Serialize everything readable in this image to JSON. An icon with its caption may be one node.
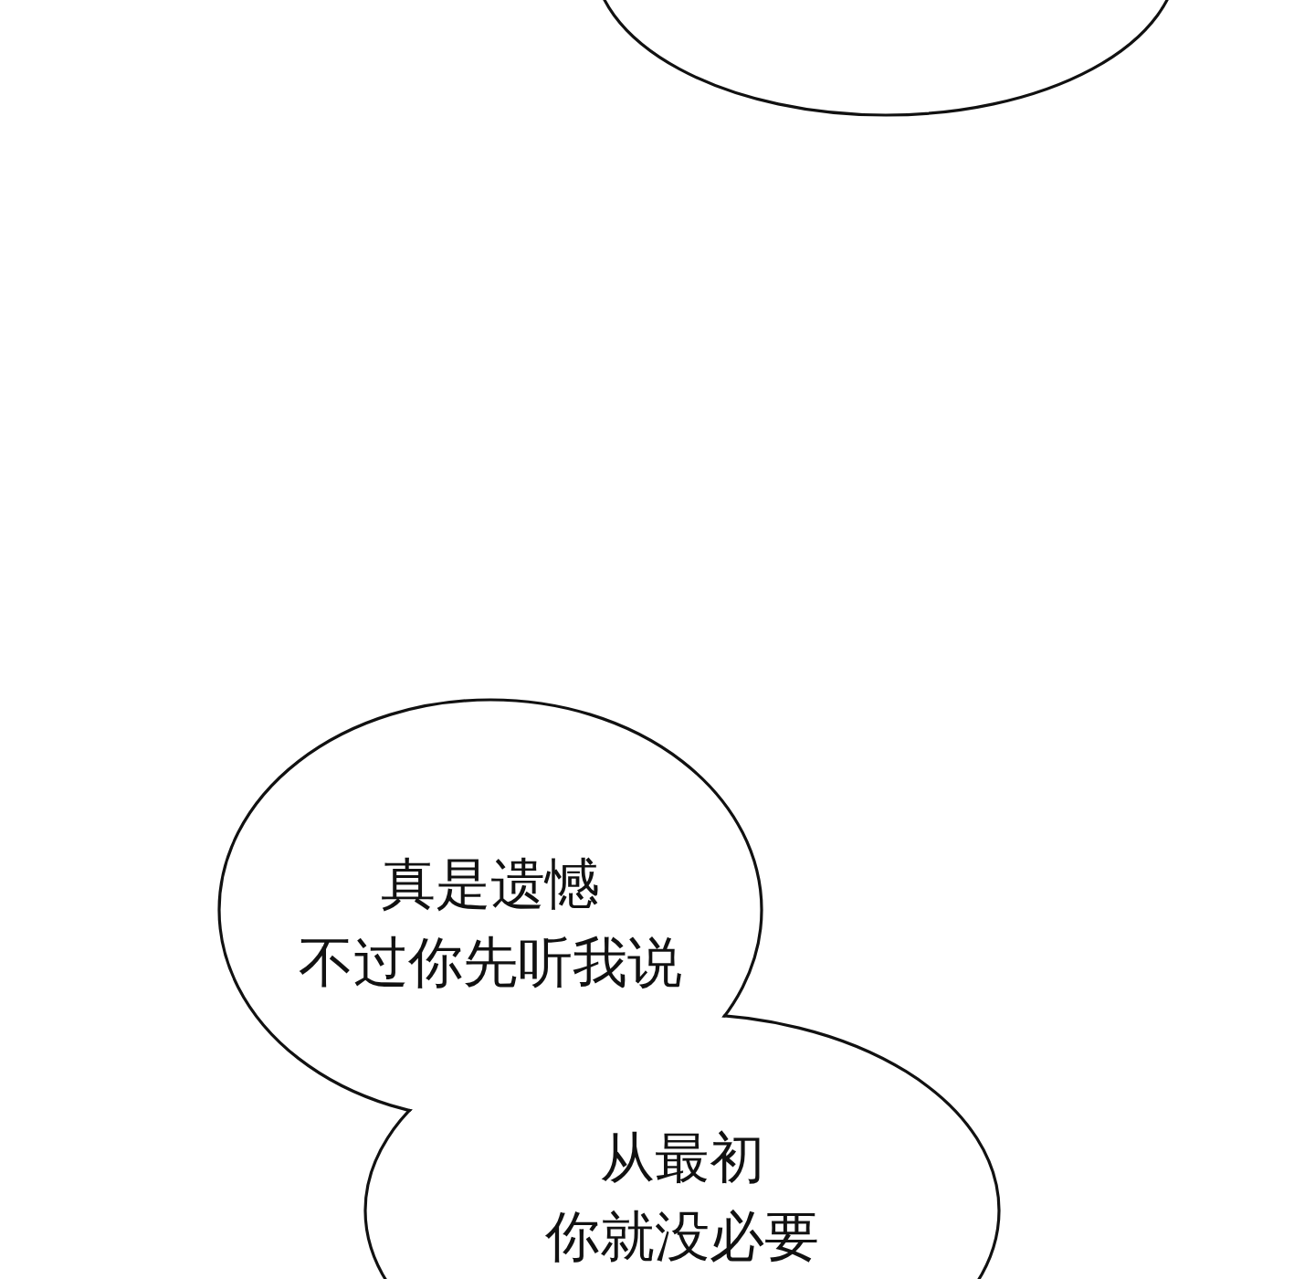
{
  "diagram": {
    "nodes": [
      {
        "text": [],
        "shape": "circle"
      },
      {
        "text": [
          "真是遗憾不过你先听我说"
        ]
      },
      {
        "text": [
          "从最初你就没必要"
        ]
      }
    ]
  }
}
